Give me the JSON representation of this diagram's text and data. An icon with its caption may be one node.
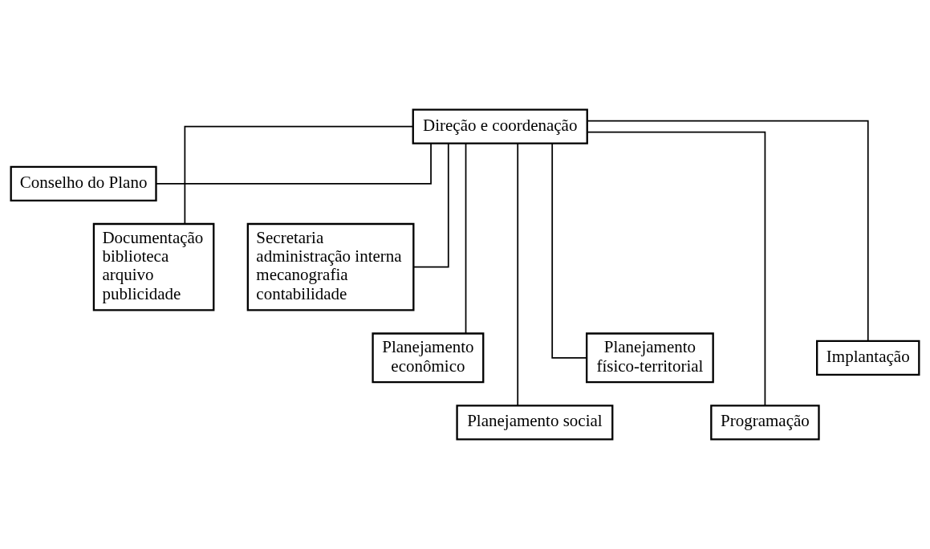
{
  "diagram": {
    "nodes": [
      {
        "text": [
          "Direção e coordenação"
        ]
      },
      {
        "text": [
          "Conselho do Plano"
        ]
      },
      {
        "text": [
          "Documentação",
          "biblioteca",
          "arquivo",
          "publicidade"
        ]
      },
      {
        "text": [
          "Secretaria",
          "administração interna",
          "mecanografia",
          "contabilidade"
        ]
      },
      {
        "text": [
          "Planejamento econômico"
        ]
      },
      {
        "text": [
          "Planejamento social"
        ]
      },
      {
        "text": [
          "Planejamento físico-territorial"
        ]
      },
      {
        "text": [
          "Programação"
        ]
      },
      {
        "text": [
          "Implantação"
        ]
      }
    ],
    "edges": [
      {
        "from": 0,
        "to": 1,
        "arrow": "none"
      },
      {
        "from": 0,
        "to": 2,
        "arrow": "none"
      },
      {
        "from": 0,
        "to": 3,
        "arrow": "none"
      },
      {
        "from": 0,
        "to": 4,
        "arrow": "none"
      },
      {
        "from": 0,
        "to": 5,
        "arrow": "none"
      },
      {
        "from": 0,
        "to": 6,
        "arrow": "none"
      },
      {
        "from": 0,
        "to": 7,
        "arrow": "none"
      },
      {
        "from": 0,
        "to": 8,
        "arrow": "none"
      }
    ]
  }
}
